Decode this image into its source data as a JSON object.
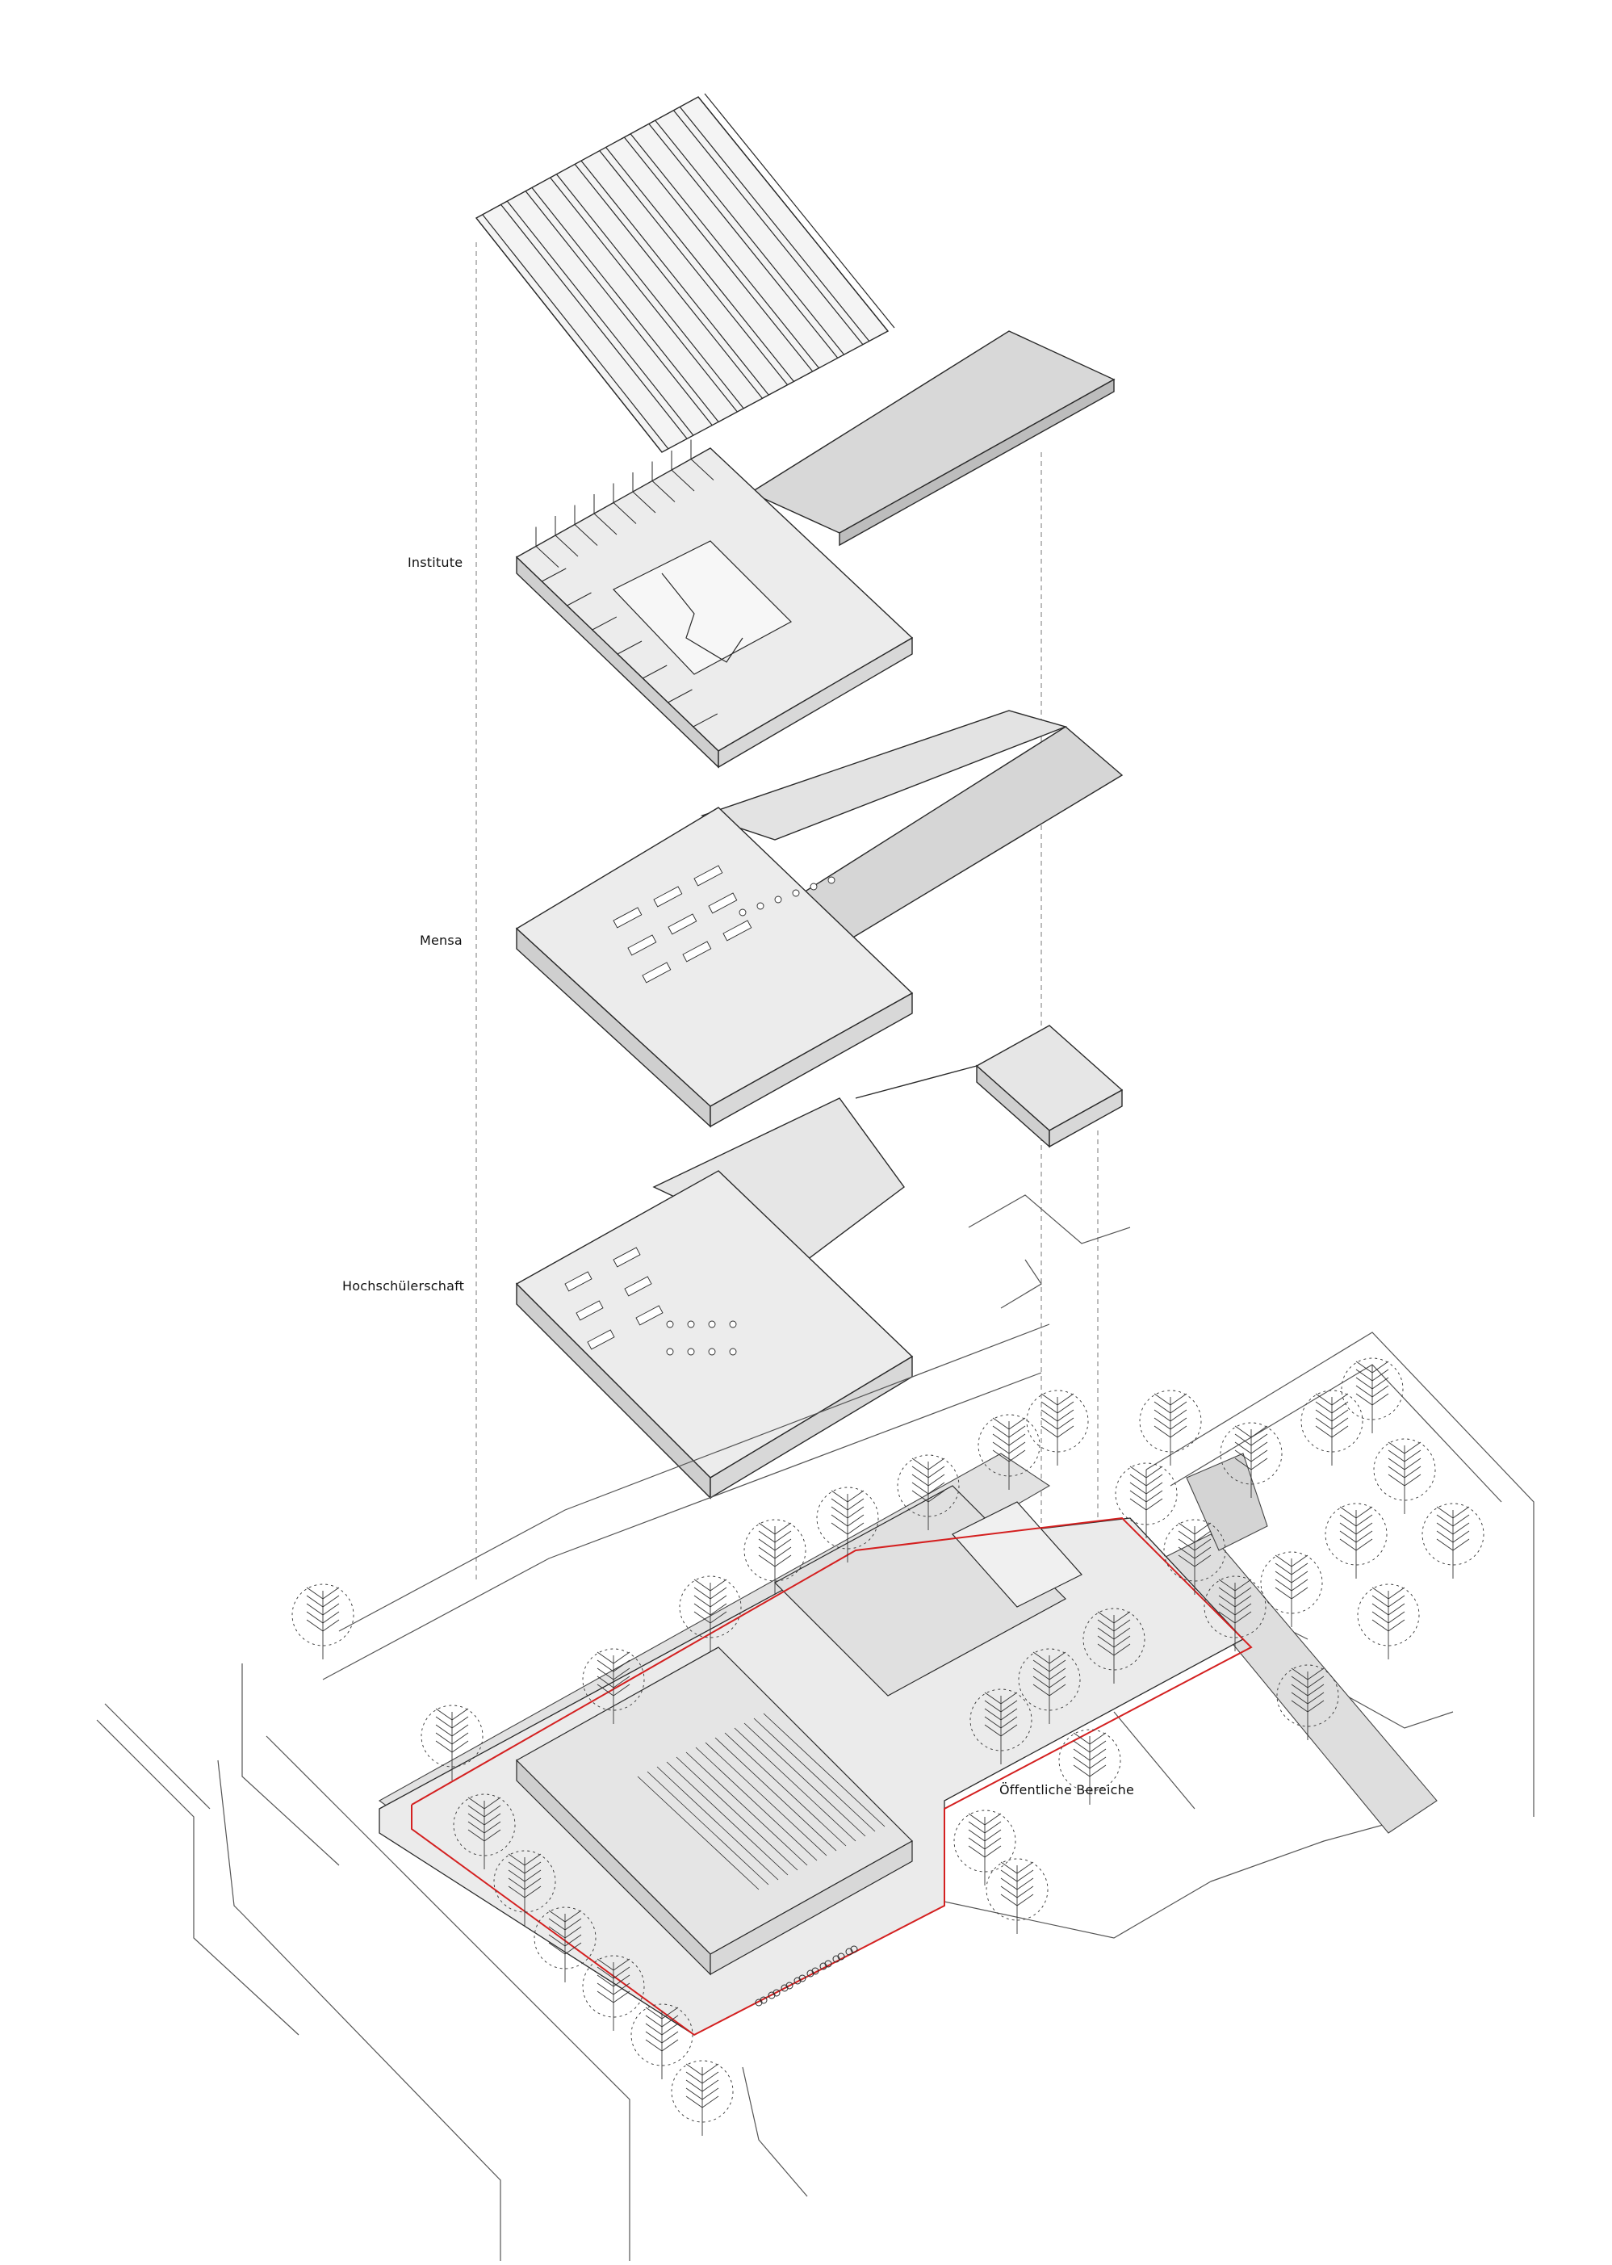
{
  "diagram": {
    "labels": {
      "institute": "Institute",
      "mensa": "Mensa",
      "hochschuelerschaft": "Hochschülerschaft",
      "public": "Öffentliche Bereiche"
    },
    "colors": {
      "line": "#2a2a2a",
      "floor_fill": "#e9e9e9",
      "wall_side": "#cfcfcf",
      "site_boundary": "#d42020",
      "street": "#555555",
      "tree": "#333333"
    }
  }
}
